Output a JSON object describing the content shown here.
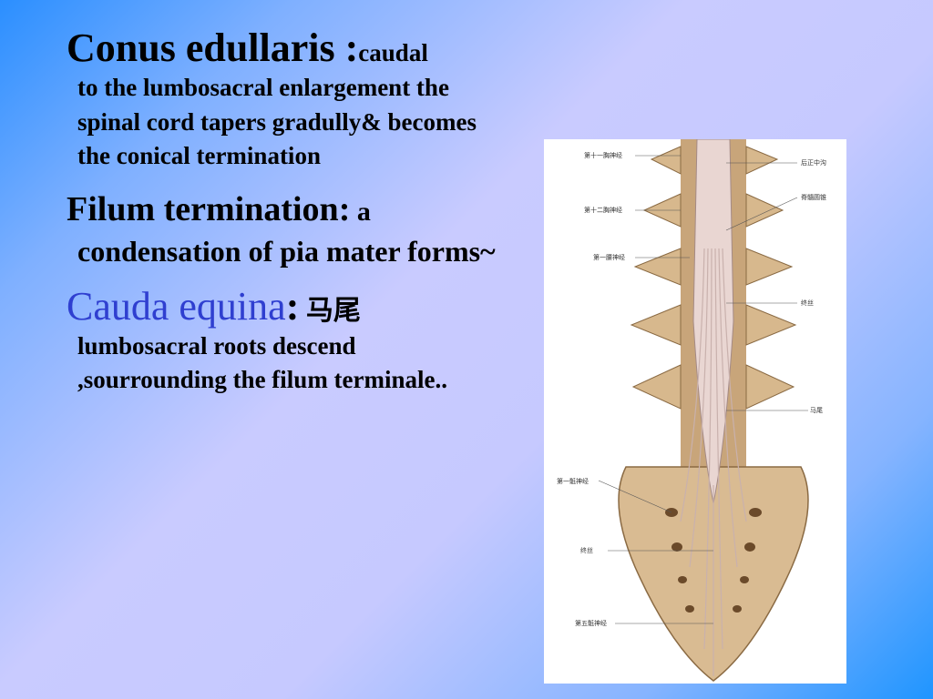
{
  "bullets": [
    {
      "term": "Conus edullaris :",
      "inline": "caudal",
      "description": "to the lumbosacral enlargement the spinal cord tapers gradully& becomes the conical termination"
    },
    {
      "term": "Filum termination:",
      "inline": " a",
      "description": "condensation of pia mater forms~"
    },
    {
      "term": "Cauda equina",
      "colon": ":",
      "inline": " 马尾",
      "description": "lumbosacral roots descend  ,sourrounding the filum terminale.."
    }
  ],
  "figure": {
    "labels_left": [
      "第十一胸神经",
      "第十二胸神经",
      "第一腰神经",
      "第一骶神经",
      "终丝",
      "第五骶神经"
    ],
    "labels_right": [
      "后正中沟",
      "脊髓圆锥",
      "终丝",
      "马尾"
    ]
  }
}
